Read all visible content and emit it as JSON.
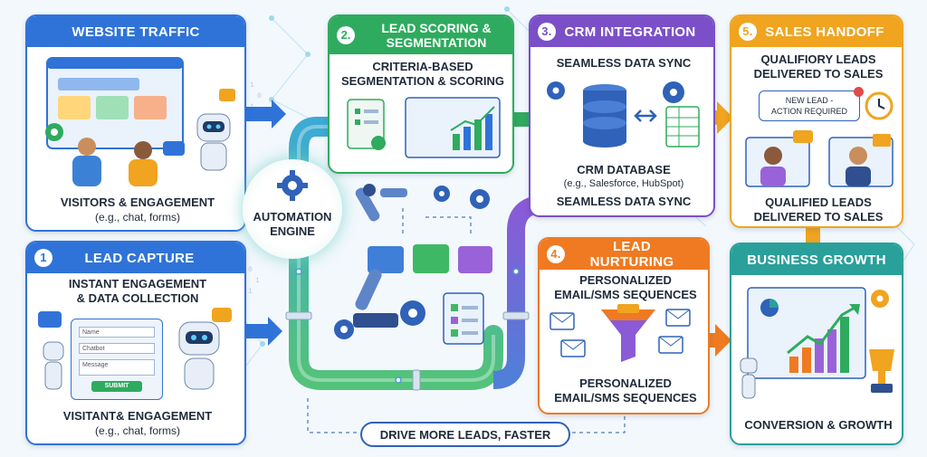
{
  "website_traffic": {
    "title": "WEBSITE TRAFFIC",
    "caption": "VISITORS & ENGAGEMENT",
    "caption_sub": "(e.g., chat, forms)",
    "color": "#2f73d9"
  },
  "lead_capture": {
    "number": "1",
    "title": "LEAD CAPTURE",
    "subtitle_line1": "INSTANT ENGAGEMENT",
    "subtitle_line2": "& DATA COLLECTION",
    "form_fields": [
      "Name",
      "Chatbot",
      "Message"
    ],
    "submit_label": "SUBMIT",
    "caption": "VISITANT& ENGAGEMENT",
    "caption_sub": "(e.g., chat, forms)",
    "color": "#2f73d9"
  },
  "lead_scoring": {
    "number": "2.",
    "title_line1": "LEAD SCORING &",
    "title_line2": "SEGMENTATION",
    "subtitle_line1": "CRITERIA-BASED",
    "subtitle_line2": "SEGMENTATION & SCORING",
    "color": "#2eab5e"
  },
  "crm_integration": {
    "number": "3.",
    "title": "CRM INTEGRATION",
    "subtitle": "SEAMLESS DATA SYNC",
    "db_label": "CRM DATABASE",
    "db_sub": "(e.g., Salesforce, HubSpot)",
    "caption": "SEAMLESS DATA SYNC",
    "color": "#7b4fc8"
  },
  "sales_handoff": {
    "number": "5.",
    "title": "SALES HANDOFF",
    "subtitle_line1": "QUALIFIORY LEADS",
    "subtitle_line2": "DELIVERED TO SALES",
    "alert_line1": "NEW LEAD -",
    "alert_line2": "ACTION REQUIRED",
    "caption_line1": "QUALIFIED LEADS",
    "caption_line2": "DELIVERED TO SALES",
    "color": "#f0a41f"
  },
  "lead_nurturing": {
    "number": "4.",
    "title": "LEAD NURTURING",
    "subtitle_line1": "PERSONALIZED",
    "subtitle_line2": "EMAIL/SMS SEQUENCES",
    "caption_line1": "PERSONALIZED",
    "caption_line2": "EMAIL/SMS SEQUENCES",
    "color": "#ef7a22"
  },
  "business_growth": {
    "title": "BUSINESS GROWTH",
    "caption": "CONVERSION & GROWTH",
    "color": "#2aa09a"
  },
  "engine": {
    "line1": "AUTOMATION",
    "line2": "ENGINE"
  },
  "footer": {
    "tagline": "DRIVE MORE LEADS, FASTER"
  },
  "icons": [
    "gear-icon",
    "robot-icon",
    "chat-bubble-icon",
    "database-icon",
    "spreadsheet-icon",
    "funnel-icon",
    "envelope-icon",
    "clock-icon",
    "trophy-icon",
    "folder-icon",
    "clipboard-icon",
    "bar-chart-icon",
    "robotic-arm-icon",
    "pipe-icon"
  ]
}
